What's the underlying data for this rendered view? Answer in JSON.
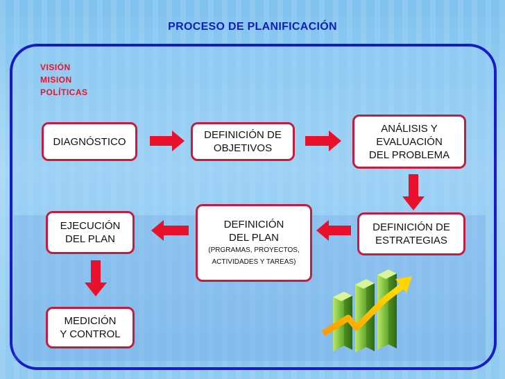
{
  "title": "PROCESO DE PLANIFICACIÓN",
  "context_labels": [
    "VISIÓN",
    "MISION",
    "POLÍTICAS"
  ],
  "colors": {
    "title": "#1020b8",
    "frame_border": "#1a1bc8",
    "box_border": "#c81a3a",
    "arrow": "#e8102a",
    "context_text": "#e8132a"
  },
  "steps": {
    "diagnostico": {
      "line1": "DIAGNÓSTICO"
    },
    "objetivos": {
      "line1": "DEFINICIÓN DE",
      "line2": "OBJETIVOS"
    },
    "analisis": {
      "line1": "ANÁLISIS Y",
      "line2": "EVALUACIÓN",
      "line3": "DEL PROBLEMA"
    },
    "estrategias": {
      "line1": "DEFINICIÓN DE",
      "line2": "ESTRATEGIAS"
    },
    "plan": {
      "line1": "DEFINICIÓN",
      "line2": "DEL PLAN",
      "detail1": "(PRGRAMAS, PROYECTOS,",
      "detail2": "ACTIVIDADES Y TAREAS)"
    },
    "ejecucion": {
      "line1": "EJECUCIÓN",
      "line2": "DEL PLAN"
    },
    "medicion": {
      "line1": "MEDICIÓN",
      "line2": "Y CONTROL"
    }
  },
  "icons": [
    "arrow-right-icon",
    "arrow-down-icon",
    "arrow-left-icon",
    "growth-chart-icon"
  ]
}
